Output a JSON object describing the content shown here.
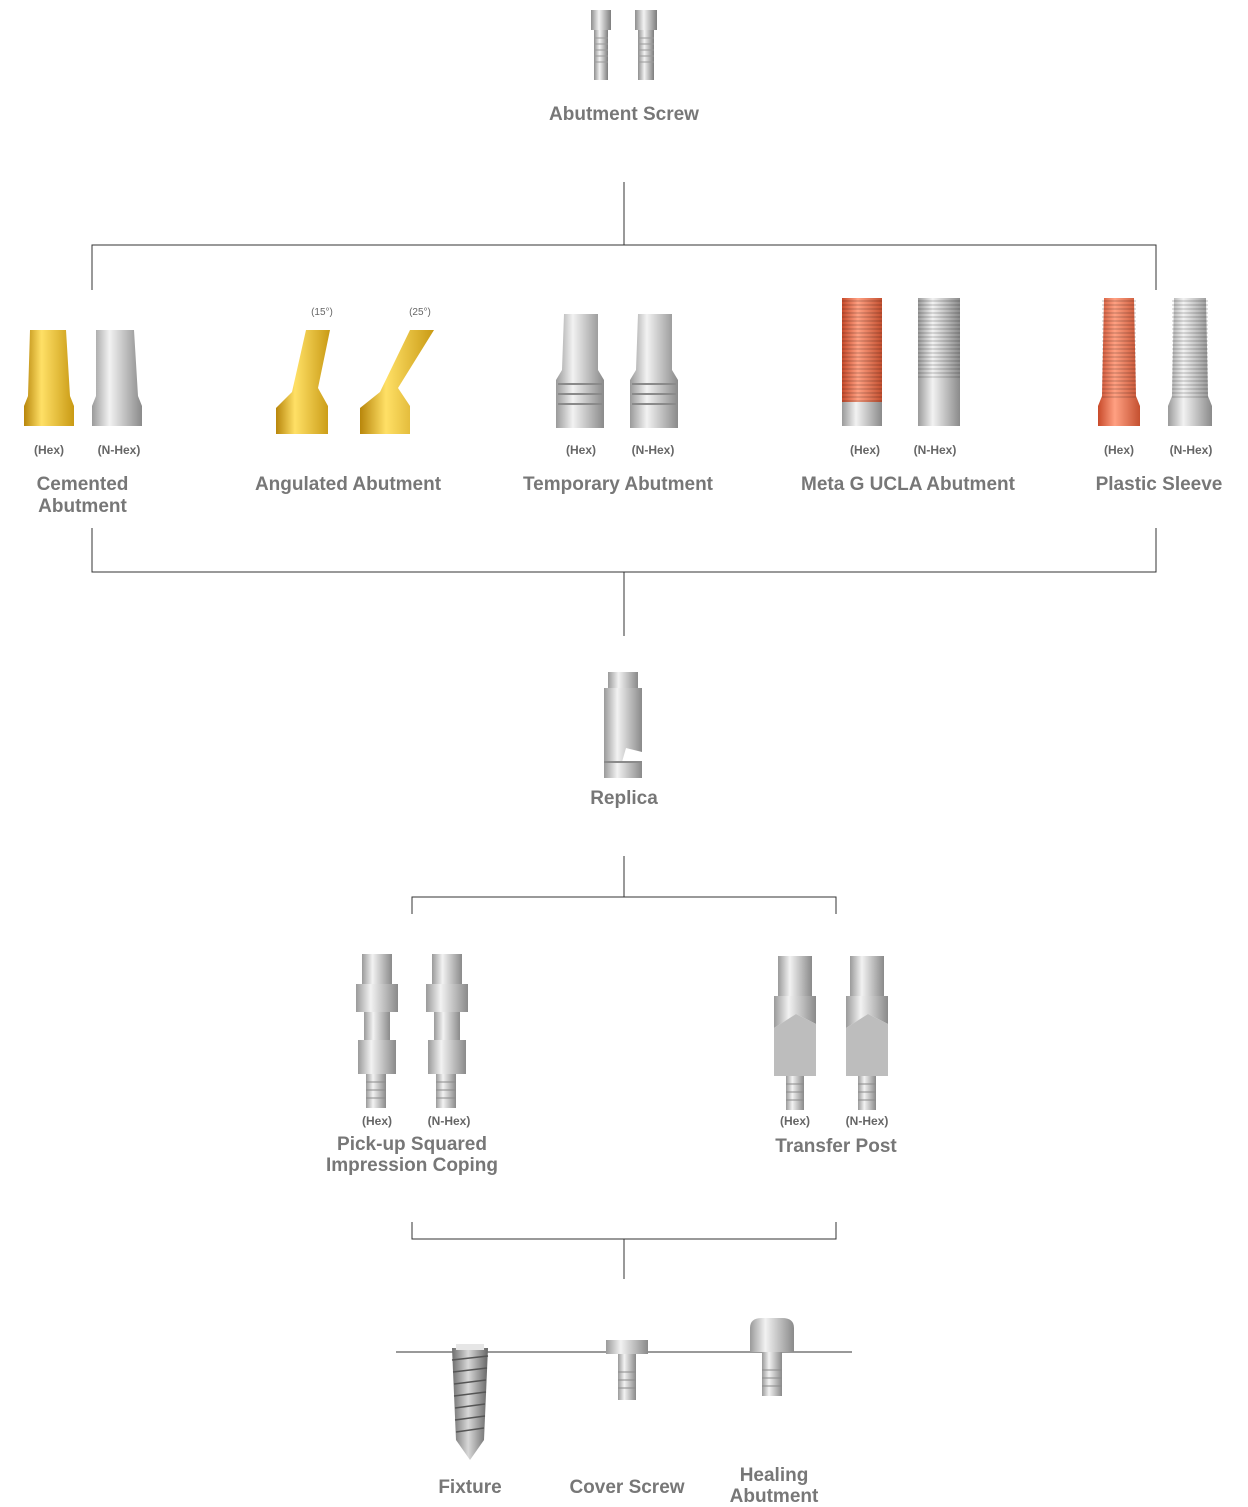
{
  "nodes": {
    "abutment_screw": "Abutment Screw",
    "cemented_abutment": [
      "Cemented",
      "Abutment"
    ],
    "angulated_abutment": "Angulated Abutment",
    "temporary_abutment": "Temporary Abutment",
    "meta_g_ucla_abutment": "Meta G UCLA Abutment",
    "plastic_sleeve": "Plastic Sleeve",
    "replica": "Replica",
    "pickup_coping": [
      "Pick-up Squared",
      "Impression Coping"
    ],
    "transfer_post": "Transfer Post",
    "fixture": "Fixture",
    "cover_screw": "Cover Screw",
    "healing_abutment": [
      "Healing",
      "Abutment"
    ]
  },
  "variants": {
    "hex": "(Hex)",
    "nhex": "(N-Hex)"
  },
  "angles": {
    "a15": "(15°)",
    "a25": "(25°)"
  },
  "colors": {
    "gold": "#e0b422",
    "silver": "#c9c9c9",
    "coral": "#e8714f",
    "line": "#333333",
    "label": "#777777"
  }
}
